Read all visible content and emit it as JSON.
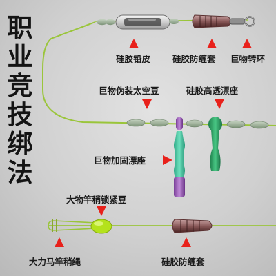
{
  "title": {
    "chars": [
      "职",
      "业",
      "竞",
      "技",
      "绑",
      "法"
    ]
  },
  "labels": {
    "sinker": "硅胶铅皮",
    "sleeve_top": "硅胶防缠套",
    "swivel": "巨物转环",
    "space_beans": "巨物伪装太空豆",
    "float_seat": "硅胶高透漂座",
    "reinforced_seat": "巨物加固漂座",
    "lock_bean": "大物竿稍锁紧豆",
    "rope": "大力马竿稍绳",
    "sleeve_bottom": "硅胶防缠套"
  },
  "colors": {
    "line": "#9ac53a",
    "arrow": "#e8211b",
    "bead": "#7f9a78",
    "float_teal": "#3fc29a",
    "float_purple": "#9a5fb8",
    "seat_green": "#2fa86a",
    "lock_green": "#b4e21c",
    "sleeve_dark": "#5a2a2a"
  }
}
